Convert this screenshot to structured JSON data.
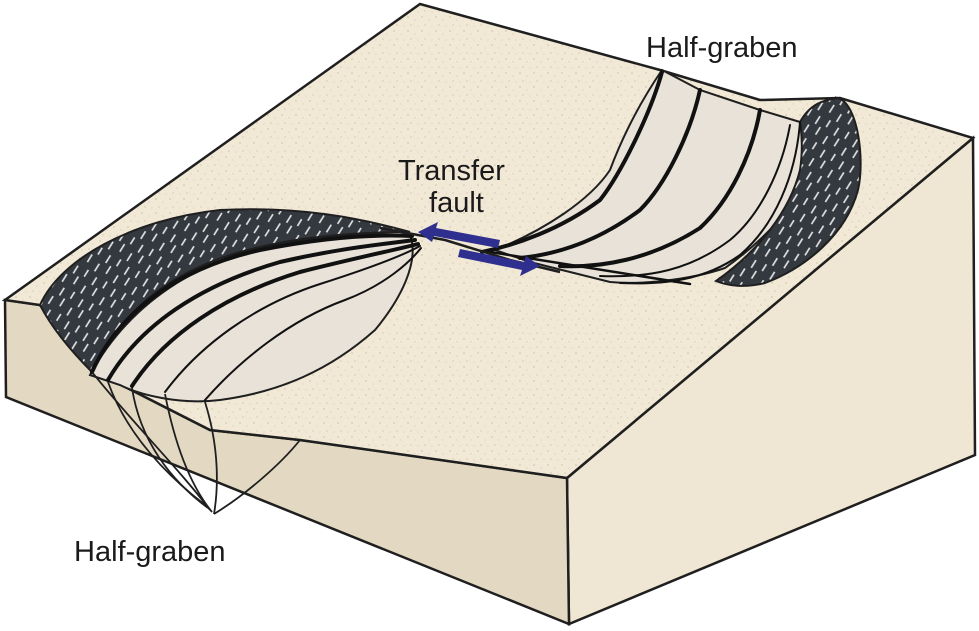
{
  "labels": {
    "half_graben_top": "Half-graben",
    "half_graben_bottom": "Half-graben",
    "transfer_fault_line1": "Transfer",
    "transfer_fault_line2": "fault"
  },
  "colors": {
    "block_top": "#f1e8d6",
    "block_front": "#e3d8c2",
    "block_side": "#efe6d3",
    "fault_scarp": "#34393f",
    "fault_block": "#e8e2d8",
    "outline": "#1f1f1f",
    "slip_arrow": "#2f2f8f"
  },
  "icons": {
    "slip_arrow_left": "arrow-left",
    "slip_arrow_right": "arrow-right"
  }
}
